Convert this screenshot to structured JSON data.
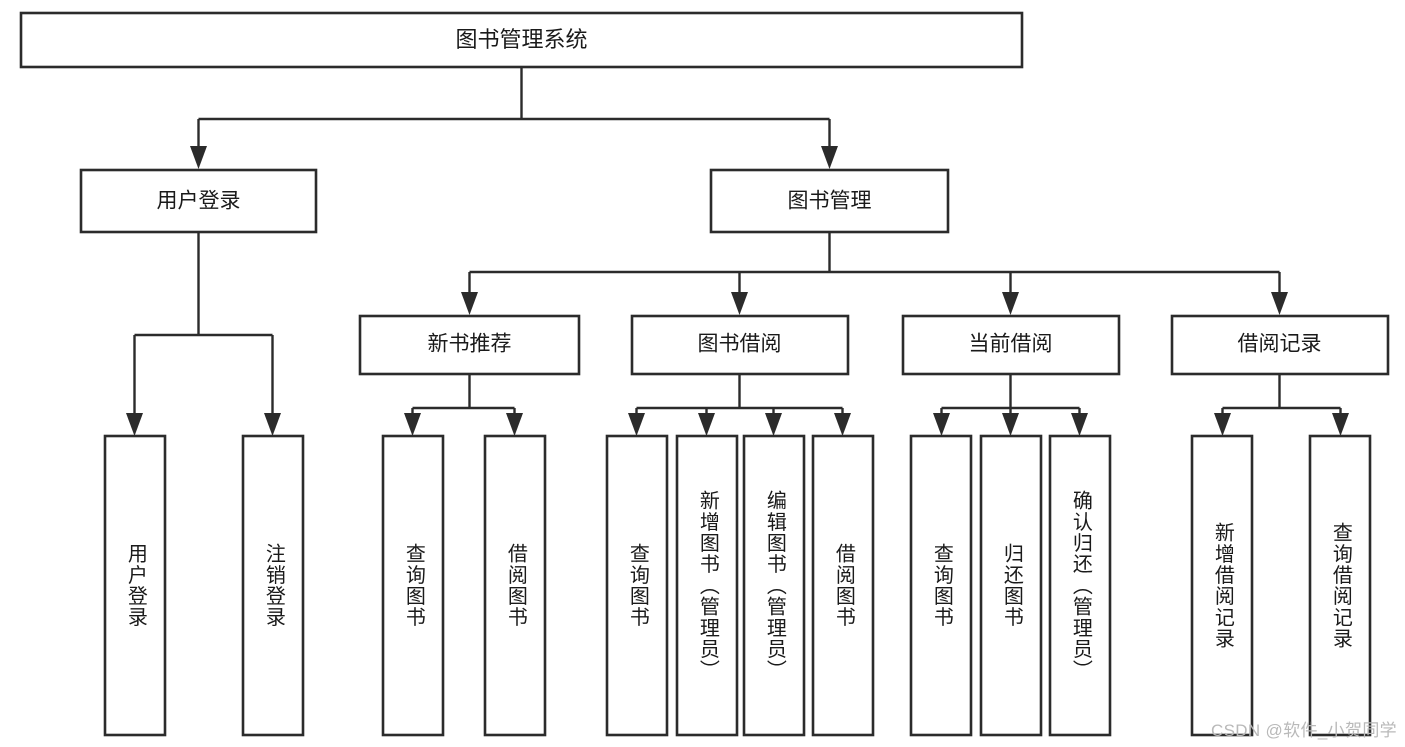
{
  "diagram": {
    "type": "tree-hierarchy",
    "orientation": "top-down",
    "root": {
      "label": "图书管理系统"
    },
    "level2": [
      {
        "label": "用户登录"
      },
      {
        "label": "图书管理"
      }
    ],
    "level3": [
      {
        "label": "新书推荐"
      },
      {
        "label": "图书借阅"
      },
      {
        "label": "当前借阅"
      },
      {
        "label": "借阅记录"
      }
    ],
    "leaves": {
      "user_login": [
        {
          "label": "用户登录"
        },
        {
          "label": "注销登录"
        }
      ],
      "new_book_recommend": [
        {
          "label": "查询图书"
        },
        {
          "label": "借阅图书"
        }
      ],
      "book_borrow": [
        {
          "label": "查询图书"
        },
        {
          "label": "新增图书（管理员）"
        },
        {
          "label": "编辑图书（管理员）"
        },
        {
          "label": "借阅图书"
        }
      ],
      "current_borrow": [
        {
          "label": "查询图书"
        },
        {
          "label": "归还图书"
        },
        {
          "label": "确认归还（管理员）"
        }
      ],
      "borrow_record": [
        {
          "label": "新增借阅记录"
        },
        {
          "label": "查询借阅记录"
        }
      ]
    }
  },
  "watermark": {
    "text": "CSDN @软件_小贺同学"
  },
  "colors": {
    "stroke": "#2b2b2b",
    "fill": "#ffffff",
    "text": "#1a1a1a",
    "watermark": "#b9b9b9"
  }
}
